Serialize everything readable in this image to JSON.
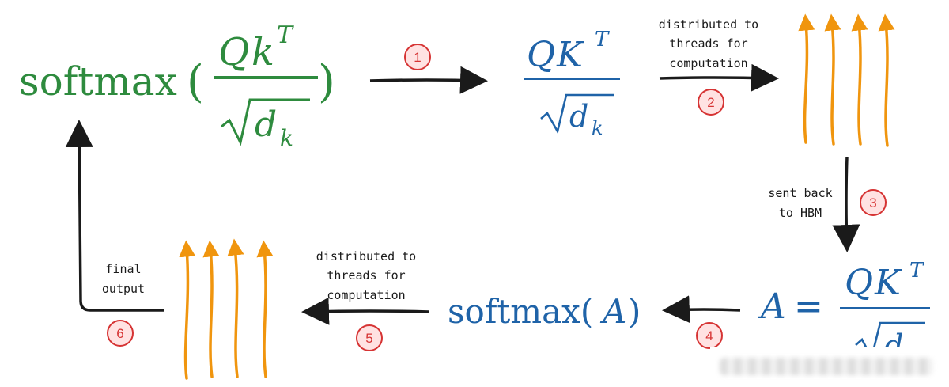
{
  "colors": {
    "green": "#2e8b3e",
    "blue": "#1f63a8",
    "orange": "#f0950e",
    "badge_fill": "#ffe2e2",
    "badge_stroke": "#d63434",
    "ink": "#1a1a1a"
  },
  "nodes": {
    "softmax_fn": "softmax",
    "softmax_open_paren": "(",
    "softmax_close_paren": ")",
    "q_lower_k": "Q",
    "k_lower": "k",
    "sup_t": "T",
    "d_letter": "d",
    "sub_k": "k",
    "q_upper_k": "Q",
    "k_upper": "K",
    "a_var": "A",
    "equals": "=",
    "softmax_a_text": "softmax(",
    "softmax_a_close": ")"
  },
  "labels": {
    "step2_line1": "distributed to",
    "step2_line2": "threads for",
    "step2_line3": "computation",
    "step3_line1": "sent back",
    "step3_line2": "to HBM",
    "step5_line1": "distributed to",
    "step5_line2": "threads for",
    "step5_line3": "computation",
    "step6_line1": "final",
    "step6_line2": "output"
  },
  "steps": [
    "1",
    "2",
    "3",
    "4",
    "5",
    "6"
  ]
}
